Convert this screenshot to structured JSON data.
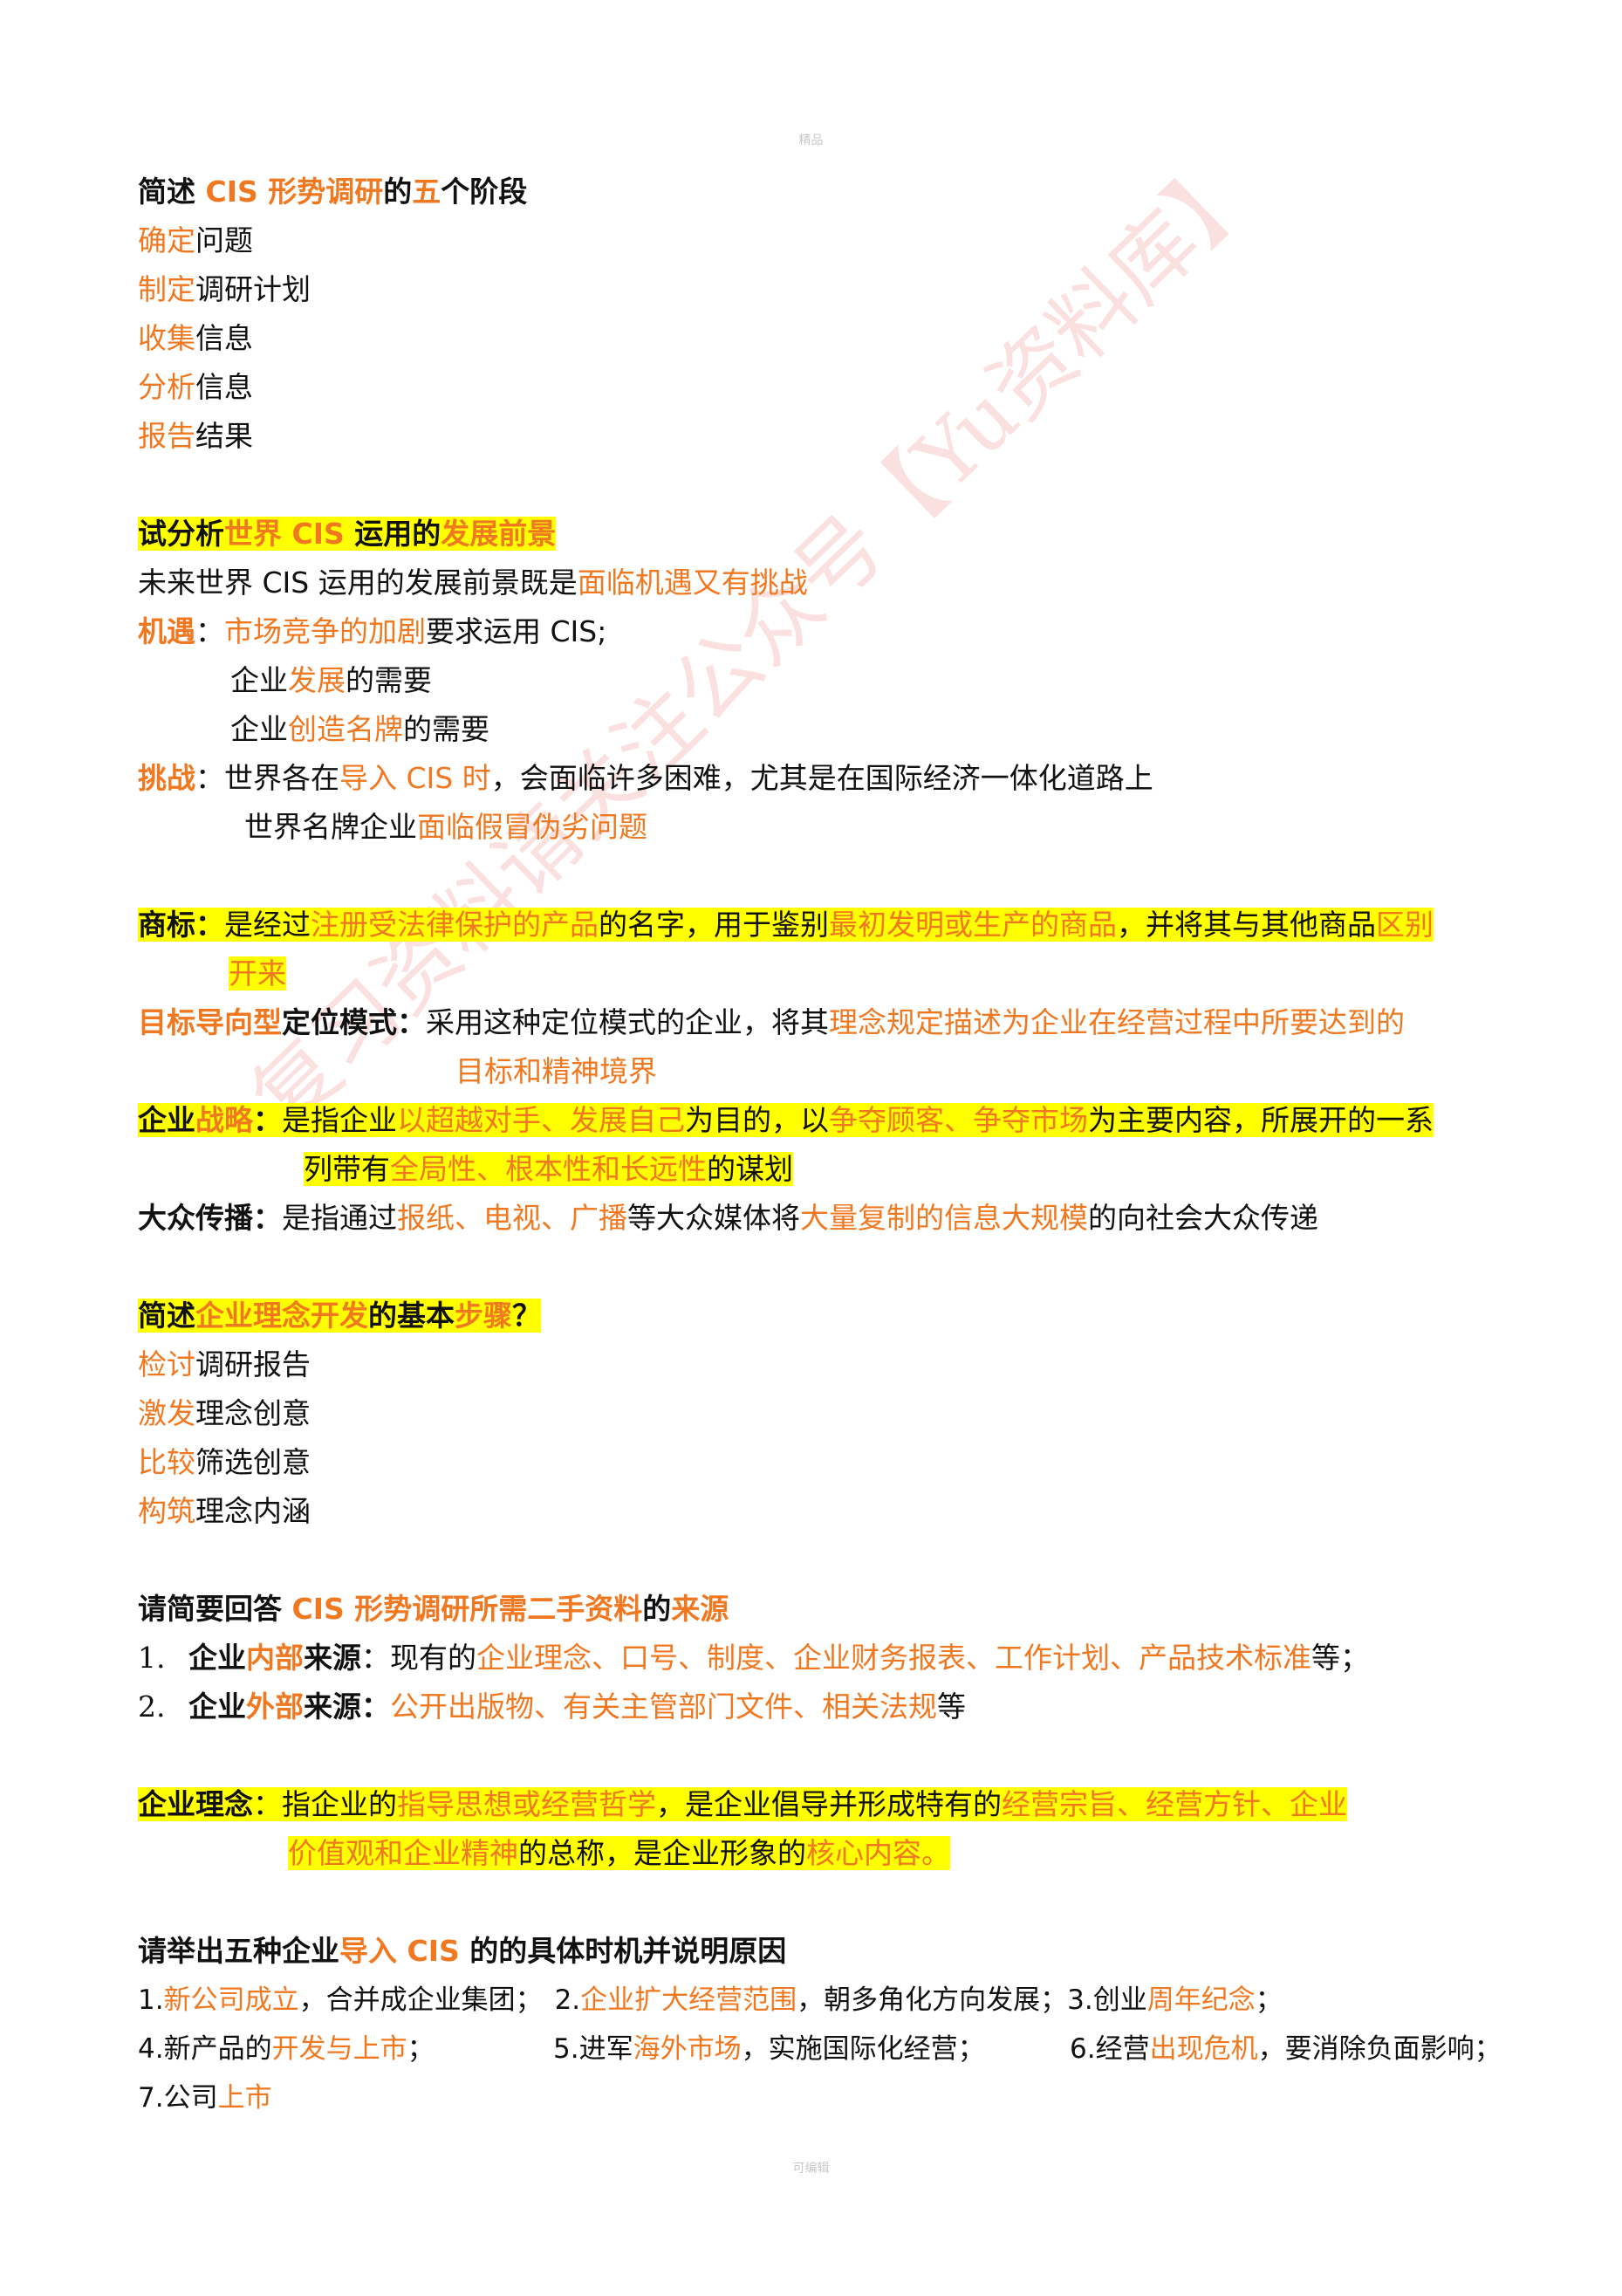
{
  "header": "精品",
  "footer": "可编辑",
  "watermark": "复习资料请关注公众号【Yu资料库】",
  "colors": {
    "accent": "#f07820",
    "highlight": "#ffff00",
    "text": "#111111"
  },
  "s1": {
    "title": [
      "简述 ",
      "CIS 形势调研",
      "的",
      "五",
      "个阶段"
    ],
    "items": [
      [
        "确定",
        "问题"
      ],
      [
        "制定",
        "调研计划"
      ],
      [
        "收集",
        "信息"
      ],
      [
        "分析",
        "信息"
      ],
      [
        "报告",
        "结果"
      ]
    ]
  },
  "s2": {
    "title": [
      "试分析",
      "世界 CIS",
      " 运用的",
      "发展前景"
    ],
    "intro": [
      "未来世界 CIS 运用的发展前景既是",
      "面临机遇又有挑战"
    ],
    "opp_label": "机遇",
    "opp1": [
      "：",
      "市场竞争的加剧",
      "要求运用 CIS;"
    ],
    "opp2": [
      "企业",
      "发展",
      "的需要"
    ],
    "opp3": [
      "企业",
      "创造名牌",
      "的需要"
    ],
    "chal_label": "挑战",
    "chal1": [
      "：世界各在",
      "导入 CIS 时",
      "，会面临许多困难，尤其是在国际经济一体化道路上"
    ],
    "chal2": [
      "世界名牌企业",
      "面临假冒伪劣问题"
    ]
  },
  "s3": {
    "tm_label": "商标：",
    "tm1": [
      "是经过",
      "注册受法律保护的产品",
      "的名字，用于鉴别",
      "最初发明或生产的商品",
      "，并将其与其他商品",
      "区别"
    ],
    "tm2": "开来",
    "goal_label": [
      "目标导向型",
      "定位模式："
    ],
    "goal1": [
      "采用这种定位模式的企业，将其",
      "理念规定描述为企业在经营过程中所要达到的"
    ],
    "goal2": "目标和精神境界",
    "strat_label": [
      "企业",
      "战略",
      "："
    ],
    "strat1": [
      "是指企业",
      "以超越对手、发展自己",
      "为目的，以",
      "争夺顾客、争夺市场",
      "为主要内容，所展开的一系"
    ],
    "strat2": [
      "列带有",
      "全局性、根本性和长远性",
      "的谋划"
    ],
    "mass_label": "大众传播：",
    "mass1": [
      "是指通过",
      "报纸、电视、广播",
      "等大众媒体将",
      "大量复制的信息大规模",
      "的向社会大众传递"
    ]
  },
  "s4": {
    "title": [
      "简述",
      "企业理念开发",
      "的基本",
      "步骤",
      "？"
    ],
    "items": [
      [
        "检讨",
        "调研报告"
      ],
      [
        "激发",
        "理念创意"
      ],
      [
        "比较",
        "筛选创意"
      ],
      [
        "构筑",
        "理念内涵"
      ]
    ]
  },
  "s5": {
    "title": [
      "请简要回答 ",
      "CIS 形势调研所需二手资料",
      "的",
      "来源"
    ],
    "item1": [
      "1.",
      "企业",
      "内部",
      "来源",
      "：现有的",
      "企业理念、口号、制度、企业财务报表、工作计划、产品技术标准",
      "等；"
    ],
    "item2": [
      "2.",
      "企业",
      "外部",
      "来源：",
      "公开出版物、有关主管部门文件、相关法规",
      "等"
    ]
  },
  "s6": {
    "label": "企业理念",
    "line1": [
      "：指企业的",
      "指导思想或经营哲学",
      "，是企业倡导并形成特有的",
      "经营宗旨、经营方针、企业"
    ],
    "line2": [
      "价值观和企业精神",
      "的总称，是企业形象的",
      "核心内容。"
    ]
  },
  "s7": {
    "title": [
      "请举出五种企业",
      "导入 CIS",
      " 的的具体时机",
      "并说明原因"
    ],
    "row1": [
      "1.",
      "新公司成立",
      "，合并成企业集团；",
      "2.",
      "企业扩大经营范围",
      "，朝多角化方向发展；3.创业",
      "周年纪念",
      "；"
    ],
    "row2a": [
      "4.新产品的",
      "开发与上市",
      "；"
    ],
    "row2b": [
      "5.进军",
      "海外市场",
      "，实施国际化经营；"
    ],
    "row2c": [
      "6.经营",
      "出现危机",
      "，要消除负面影响；"
    ],
    "row3": [
      "7.公司",
      "上市"
    ]
  }
}
